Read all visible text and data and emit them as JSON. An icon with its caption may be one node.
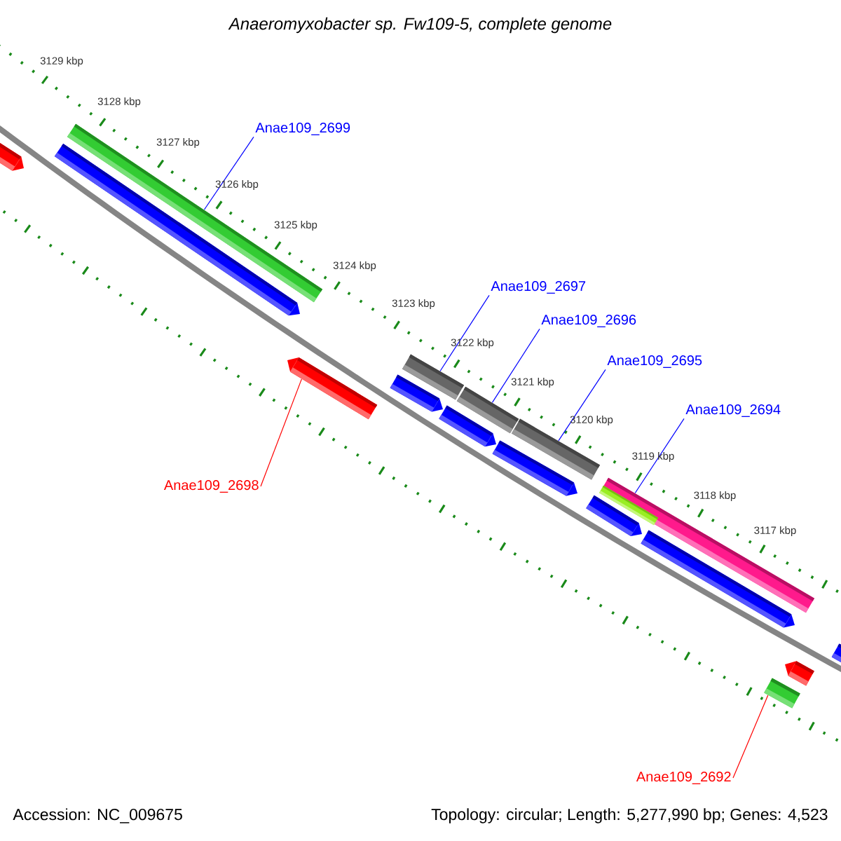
{
  "diagram": {
    "title": "Anaeromyxobacter sp. Fw109-5, complete genome",
    "nodes": [
      {
        "text": [
          "Anae109_2699"
        ]
      },
      {
        "text": [
          "Anae109_2697"
        ]
      },
      {
        "text": [
          "Anae109_2696"
        ]
      },
      {
        "text": [
          "Anae109_2695"
        ]
      },
      {
        "text": [
          "Anae109_2694"
        ]
      },
      {
        "text": [
          "Anae109_2698"
        ]
      },
      {
        "text": [
          "Anae109_2692"
        ]
      },
      {
        "text": [],
        "shape": "bar"
      },
      {
        "text": [],
        "shape": "bar"
      },
      {
        "text": [],
        "shape": "bar"
      },
      {
        "text": [],
        "shape": "bar"
      },
      {
        "text": [],
        "shape": "bar"
      },
      {
        "text": [],
        "shape": "bar"
      },
      {
        "text": [],
        "shape": "bar"
      },
      {
        "text": [],
        "shape": "bar"
      },
      {
        "text": [],
        "shape": "bar"
      },
      {
        "text": [],
        "shape": "bar"
      },
      {
        "text": [],
        "shape": "bar"
      },
      {
        "text": [],
        "shape": "bar",
        "in": 19
      },
      {
        "text": [],
        "shape": "bar"
      },
      {
        "text": [],
        "shape": "bar"
      },
      {
        "text": [],
        "shape": "bar"
      },
      {
        "text": [],
        "shape": "bar"
      },
      {
        "text": [],
        "shape": "bar"
      }
    ],
    "edges": [
      {
        "from": 0,
        "to": 9,
        "arrow": "none"
      },
      {
        "from": 1,
        "to": 12,
        "arrow": "none"
      },
      {
        "from": 2,
        "to": 14,
        "arrow": "none"
      },
      {
        "from": 3,
        "to": 16,
        "arrow": "none"
      },
      {
        "from": 4,
        "to": 19,
        "arrow": "none"
      },
      {
        "from": 5,
        "to": 10,
        "arrow": "none",
        "color": "#ff0000"
      },
      {
        "from": 6,
        "to": 21,
        "arrow": "none",
        "color": "#ff0000"
      }
    ],
    "labels": [
      "3129 kbp",
      "3128 kbp",
      "3127 kbp",
      "3126 kbp",
      "3125 kbp",
      "3124 kbp",
      "3123 kbp",
      "3122 kbp",
      "3121 kbp",
      "3120 kbp",
      "3119 kbp",
      "3118 kbp",
      "3117 kbp",
      "Accession: NC_009675",
      "Topology: circular; Length: 5,277,990 bp; Genes: 4,523"
    ]
  }
}
